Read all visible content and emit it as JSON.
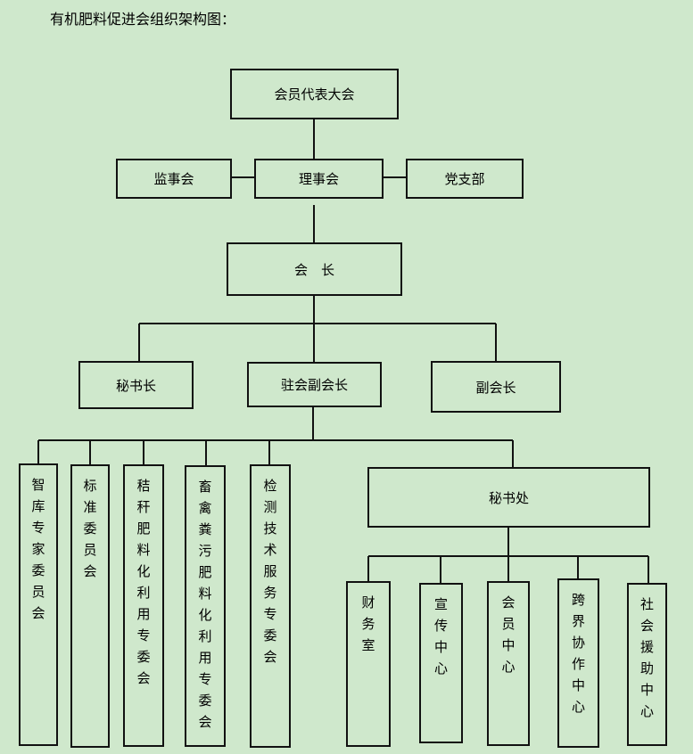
{
  "title": "有机肥料促进会组织架构图：",
  "nodes": {
    "assembly": "会员代表大会",
    "supervisory": "监事会",
    "council": "理事会",
    "party": "党支部",
    "president": "会　长",
    "secretary_general": "秘书长",
    "resident_vp": "驻会副会长",
    "vice_president": "副会长",
    "secretariat": "秘书处"
  },
  "committees": [
    "智库专家委员会",
    "标准委员会",
    "秸秆肥料化利用专委会",
    "畜禽粪污肥料化利用专委会",
    "检测技术服务专委会"
  ],
  "centers": [
    "财务室",
    "宣传中心",
    "会员中心",
    "跨界协作中心",
    "社会援助中心"
  ]
}
